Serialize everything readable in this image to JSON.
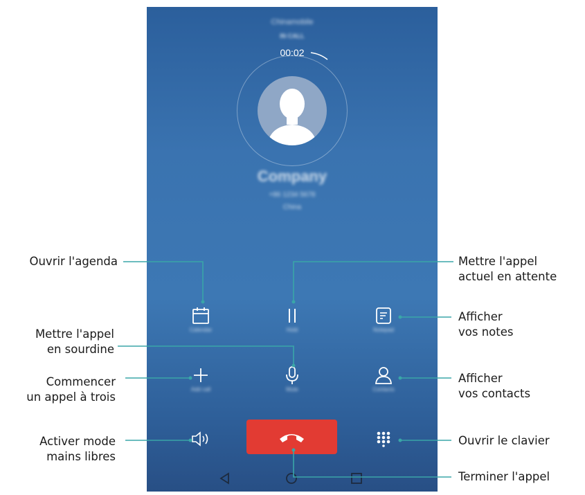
{
  "screen": {
    "sim_label": "Chinamobile",
    "status": "IN CALL",
    "timer": "00:02",
    "contact_name": "Company",
    "contact_number": "+86 1234 5678",
    "contact_region": "China"
  },
  "controls": {
    "calendar": "Calendar",
    "hold": "Hold",
    "notepad": "Notepad",
    "add_call": "Add call",
    "mute": "Mute",
    "contacts": "Contacts"
  },
  "annotations": {
    "agenda": "Ouvrir l'agenda",
    "hold_1": "Mettre l'appel",
    "hold_2": "actuel en attente",
    "notes_1": "Afficher",
    "notes_2": "vos notes",
    "mute_1": "Mettre l'appel",
    "mute_2": "en sourdine",
    "threeway_1": "Commencer",
    "threeway_2": "un appel à trois",
    "contacts_1": "Afficher",
    "contacts_2": "vos contacts",
    "speaker_1": "Activer mode",
    "speaker_2": "mains libres",
    "keypad": "Ouvrir le clavier",
    "end": "Terminer l'appel"
  },
  "colors": {
    "end_button": "#e23b33",
    "leader_line": "#3aa6a8"
  }
}
